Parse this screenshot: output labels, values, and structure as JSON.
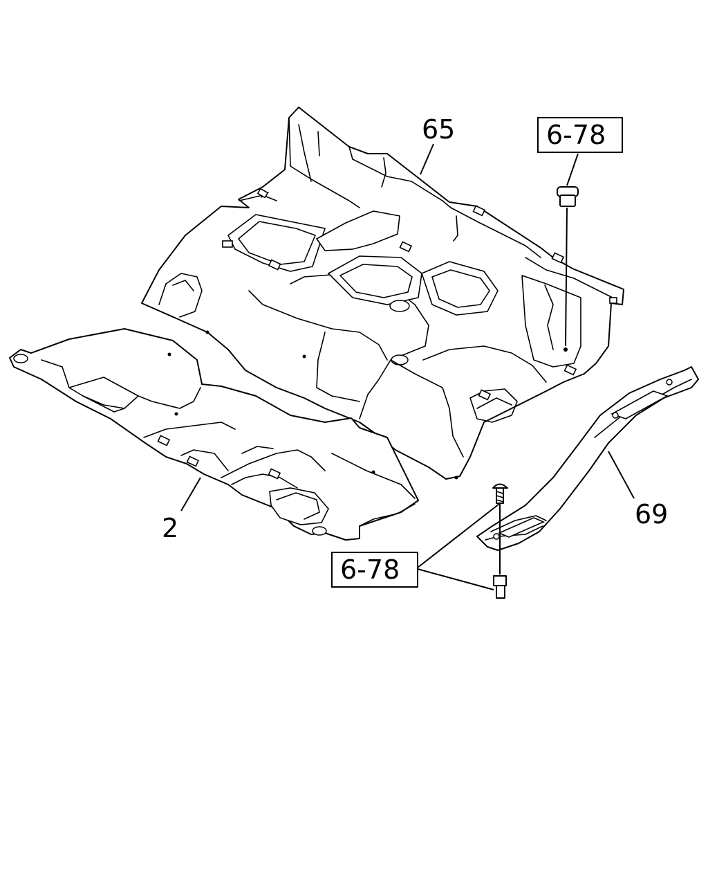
{
  "callouts": {
    "carpet_main": "65",
    "carpet_front": "2",
    "scuff_plate": "69"
  },
  "reference_boxes": {
    "upper": "6-78",
    "lower": "6-78"
  }
}
